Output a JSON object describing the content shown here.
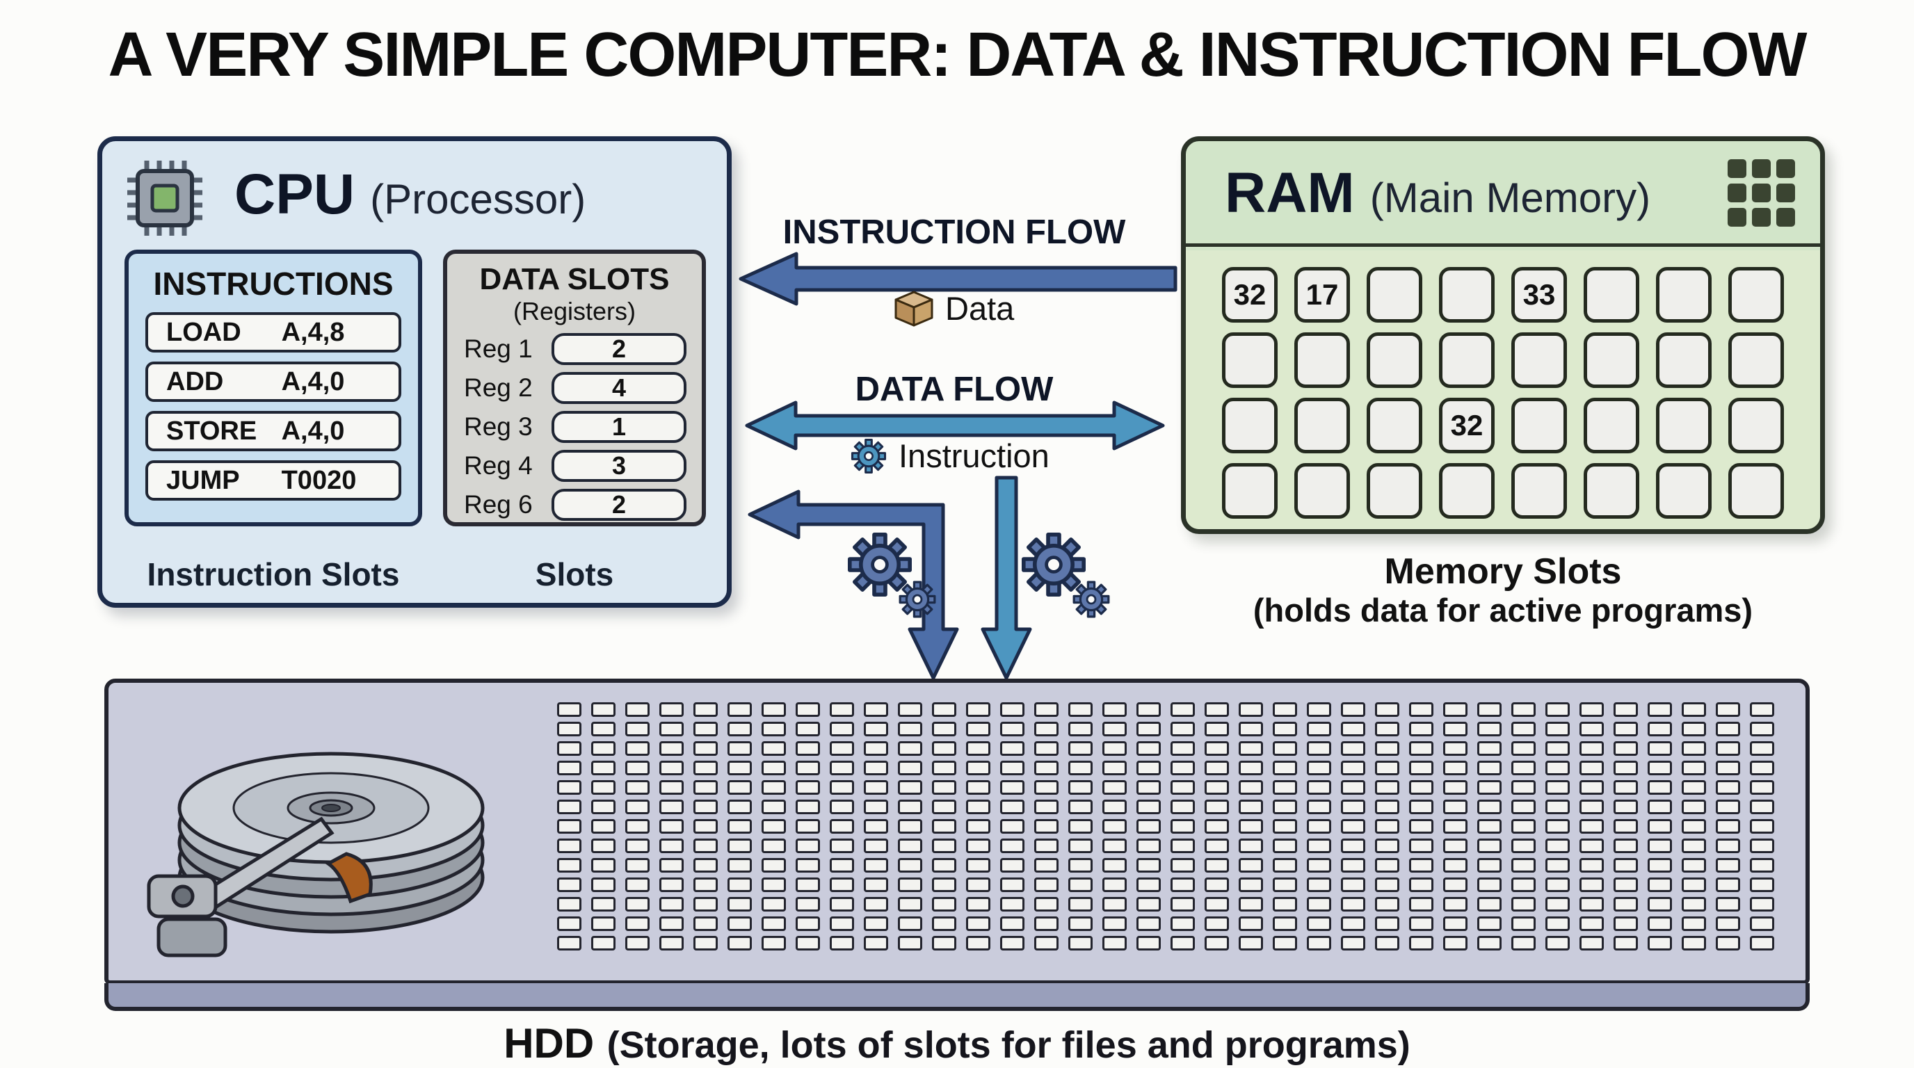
{
  "title": "A VERY SIMPLE COMPUTER: DATA & INSTRUCTION FLOW",
  "cpu": {
    "name": "CPU",
    "subtitle": "(Processor)",
    "instructions_title": "INSTRUCTIONS",
    "instructions": [
      {
        "op": "LOAD",
        "args": "A,4,8"
      },
      {
        "op": "ADD",
        "args": "A,4,0"
      },
      {
        "op": "STORE",
        "args": "A,4,0"
      },
      {
        "op": "JUMP",
        "args": "T0020"
      }
    ],
    "instructions_caption": "Instruction Slots",
    "registers_title": "DATA SLOTS",
    "registers_subtitle": "(Registers)",
    "registers": [
      {
        "label": "Reg 1",
        "value": "2"
      },
      {
        "label": "Reg 2",
        "value": "4"
      },
      {
        "label": "Reg 3",
        "value": "1"
      },
      {
        "label": "Reg 4",
        "value": "3"
      },
      {
        "label": "Reg 6",
        "value": "2"
      }
    ],
    "registers_caption": "Slots"
  },
  "ram": {
    "name": "RAM",
    "subtitle": "(Main Memory)",
    "grid": {
      "rows": 4,
      "cols": 8,
      "values": [
        [
          "32",
          "17",
          "",
          "",
          "33",
          "",
          "",
          ""
        ],
        [
          "",
          "",
          "",
          "",
          "",
          "",
          "",
          ""
        ],
        [
          "",
          "",
          "",
          "32",
          "",
          "",
          "",
          ""
        ],
        [
          "",
          "",
          "",
          "",
          "",
          "",
          "",
          ""
        ]
      ]
    },
    "caption_line1": "Memory Slots",
    "caption_line2": "(holds data for active programs)"
  },
  "flows": {
    "instruction_flow_label": "INSTRUCTION FLOW",
    "data_label": "Data",
    "data_flow_label": "DATA FLOW",
    "instruction_label": "Instruction"
  },
  "hdd": {
    "name": "HDD",
    "subtitle": "(Storage, lots of slots for files and programs)",
    "grid": {
      "rows": 13,
      "cols": 36
    }
  },
  "icons": {
    "cpu": "chip-icon",
    "ram": "memory-grid-icon",
    "data": "package-icon",
    "instruction": "gear-icon",
    "hdd": "disk-platter-icon"
  },
  "colors": {
    "arrow_blue": "#4d6ea8",
    "arrow_teal": "#4d96c0",
    "outline": "#1c2b4a",
    "cpu_fill": "#dce8f2",
    "instructions_panel_fill": "#c8dff0",
    "registers_panel_fill": "#d6d6d2",
    "ram_fill": "#d2e5c9",
    "hdd_fill": "#caccdc"
  }
}
